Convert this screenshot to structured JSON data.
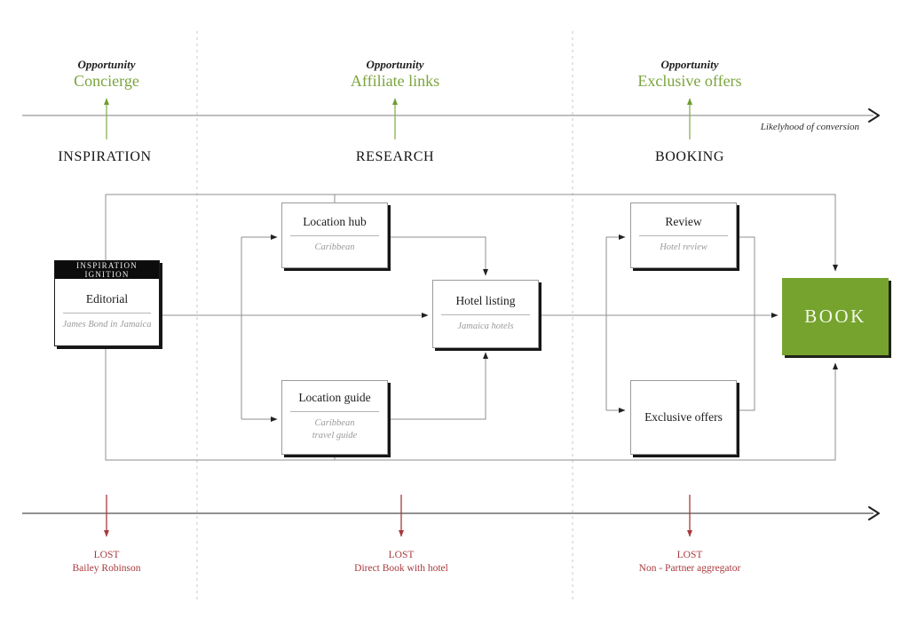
{
  "palette": {
    "accent_green": "#76a32d",
    "green_text": "#7aa43c",
    "lost_red": "#a8393d",
    "wire_gray": "#8f8f8f",
    "axis_gray": "#a9a9a9"
  },
  "top_axis": {
    "conversion_label": "Likelyhood of conversion"
  },
  "stages": [
    {
      "name": "INSPIRATION",
      "opportunity_label": "Opportunity",
      "opportunity": "Concierge",
      "lost_title": "LOST",
      "lost_reason": "Bailey Robinson"
    },
    {
      "name": "RESEARCH",
      "opportunity_label": "Opportunity",
      "opportunity": "Affiliate links",
      "lost_title": "LOST",
      "lost_reason": "Direct Book with hotel"
    },
    {
      "name": "BOOKING",
      "opportunity_label": "Opportunity",
      "opportunity": "Exclusive offers",
      "lost_title": "LOST",
      "lost_reason": "Non - Partner aggregator"
    }
  ],
  "nodes": {
    "editorial": {
      "tag": "INSPIRATION IGNITION",
      "title": "Editorial",
      "subtitle": "James Bond in Jamaica"
    },
    "location_hub": {
      "title": "Location hub",
      "subtitle": "Caribbean"
    },
    "location_guide": {
      "title": "Location guide",
      "subtitle": "Caribbean",
      "subtitle2": "travel guide"
    },
    "hotel_listing": {
      "title": "Hotel listing",
      "subtitle": "Jamaica hotels"
    },
    "review": {
      "title": "Review",
      "subtitle": "Hotel review"
    },
    "exclusive_offers": {
      "title": "Exclusive offers"
    },
    "book": {
      "title": "BOOK"
    }
  }
}
